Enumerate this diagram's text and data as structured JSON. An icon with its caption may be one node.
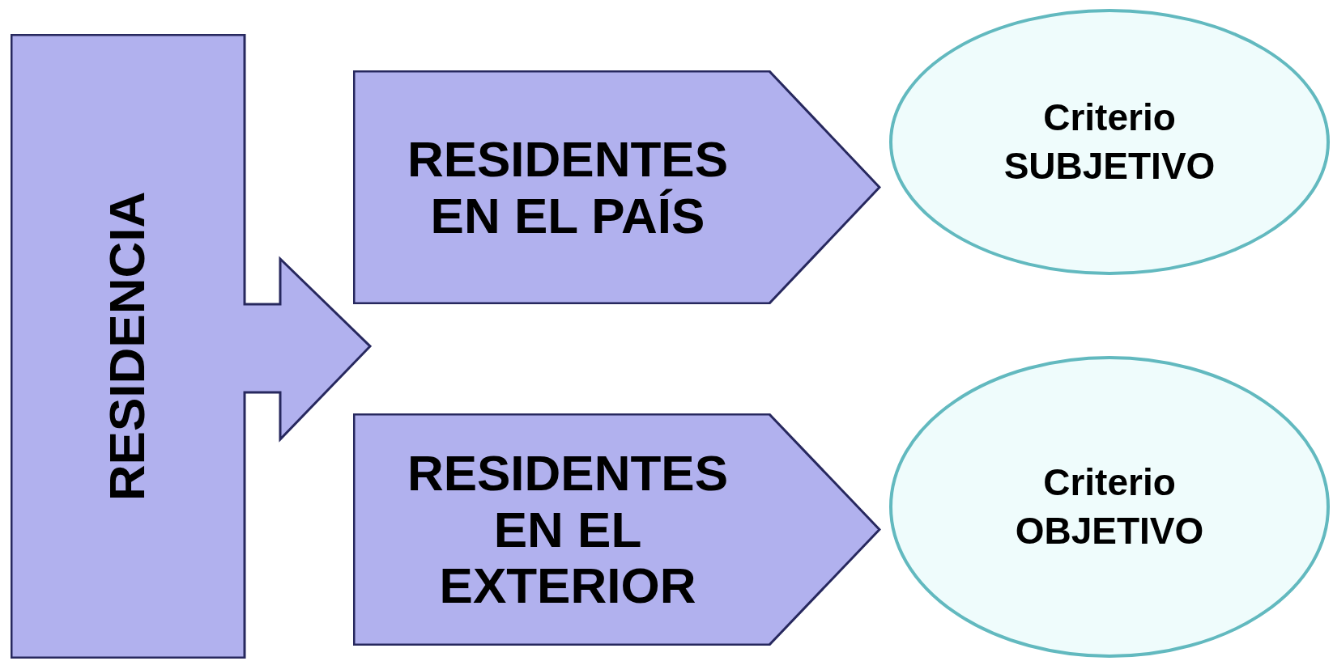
{
  "diagram": {
    "nodes": [
      {
        "text": [
          "RESIDENCIA"
        ]
      },
      {
        "text": [
          "RESIDENTES EN EL PAÍS"
        ]
      },
      {
        "text": [
          "RESIDENTES EN EL EXTERIOR"
        ]
      },
      {
        "text": [
          "Criterio SUBJETIVO"
        ]
      },
      {
        "text": [
          "Criterio OBJETIVO"
        ]
      }
    ]
  }
}
